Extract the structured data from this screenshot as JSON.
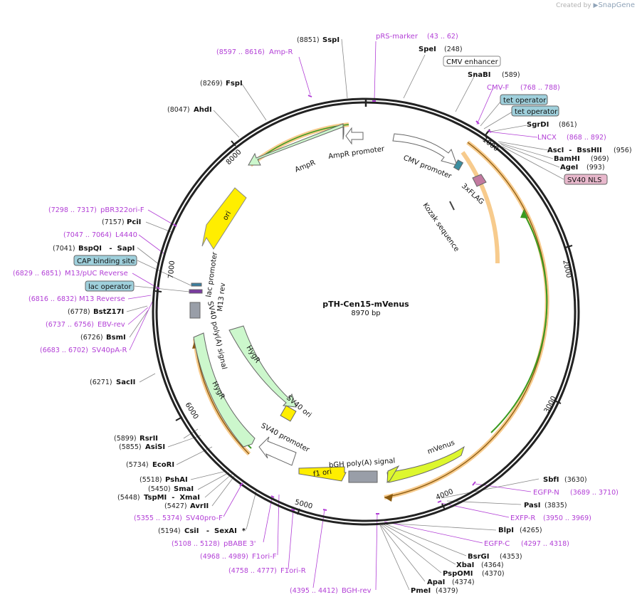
{
  "brand": {
    "created_by": "Created by",
    "app": "SnapGene"
  },
  "plasmid": {
    "name": "pTH-Cen15-mVenus",
    "size": "8970 bp"
  },
  "ticks": [
    "1000",
    "2000",
    "3000",
    "4000",
    "5000",
    "6000",
    "7000",
    "8000"
  ],
  "enzymes": [
    {
      "name": "SspI",
      "pos": "(8851)"
    },
    {
      "name": "SpeI",
      "pos": "(248)"
    },
    {
      "name": "SnaBI",
      "pos": "(589)"
    },
    {
      "name": "SgrDI",
      "pos": "(861)"
    },
    {
      "name": "AscI  -  BssHII",
      "pos": "(956)"
    },
    {
      "name": "BamHI",
      "pos": "(969)"
    },
    {
      "name": "AgeI",
      "pos": "(993)"
    },
    {
      "name": "FspI",
      "pos": "(8269)"
    },
    {
      "name": "AhdI",
      "pos": "(8047)"
    },
    {
      "name": "PciI",
      "pos": "(7157)"
    },
    {
      "name": "BspQI   -  SapI",
      "pos": "(7041)"
    },
    {
      "name": "BstZ17I",
      "pos": "(6778)"
    },
    {
      "name": "BsmI",
      "pos": "(6726)"
    },
    {
      "name": "SacII",
      "pos": "(6271)"
    },
    {
      "name": "RsrII",
      "pos": "(5899)"
    },
    {
      "name": "AsiSI",
      "pos": "(5855)"
    },
    {
      "name": "EcoRI",
      "pos": "(5734)"
    },
    {
      "name": "PshAI",
      "pos": "(5518)"
    },
    {
      "name": "SmaI",
      "pos": "(5450)"
    },
    {
      "name": "TspMI  -  XmaI",
      "pos": "(5448)"
    },
    {
      "name": "AvrII",
      "pos": "(5427)"
    },
    {
      "name": "CsiI   -  SexAI  *",
      "pos": "(5194)"
    },
    {
      "name": "SbfI",
      "pos": "(3630)"
    },
    {
      "name": "PasI",
      "pos": "(3835)"
    },
    {
      "name": "BlpI",
      "pos": "(4265)"
    },
    {
      "name": "BsrGI",
      "pos": "(4353)"
    },
    {
      "name": "XbaI",
      "pos": "(4364)"
    },
    {
      "name": "PspOMI",
      "pos": "(4370)"
    },
    {
      "name": "ApaI",
      "pos": "(4374)"
    },
    {
      "name": "PmeI",
      "pos": "(4379)"
    }
  ],
  "primers": [
    {
      "name": "pRS-marker",
      "pos": "(43 .. 62)"
    },
    {
      "name": "Amp-R",
      "pos": "(8597 .. 8616)"
    },
    {
      "name": "CMV-F",
      "pos": "(768 .. 788)"
    },
    {
      "name": "LNCX",
      "pos": "(868 .. 892)"
    },
    {
      "name": "pBR322ori-F",
      "pos": "(7298 .. 7317)"
    },
    {
      "name": "L4440",
      "pos": "(7047 .. 7064)"
    },
    {
      "name": "M13/pUC Reverse",
      "pos": "(6829 .. 6851)"
    },
    {
      "name": "M13 Reverse",
      "pos": "(6816 .. 6832)"
    },
    {
      "name": "EBV-rev",
      "pos": "(6737 .. 6756)"
    },
    {
      "name": "SV40pA-R",
      "pos": "(6683 .. 6702)"
    },
    {
      "name": "EGFP-N",
      "pos": "(3689 .. 3710)"
    },
    {
      "name": "EXFP-R",
      "pos": "(3950 .. 3969)"
    },
    {
      "name": "EGFP-C",
      "pos": "(4297 .. 4318)"
    },
    {
      "name": "SV40pro-F",
      "pos": "(5355 .. 5374)"
    },
    {
      "name": "pBABE 3'",
      "pos": "(5108 .. 5128)"
    },
    {
      "name": "F1ori-F",
      "pos": "(4968 .. 4989)"
    },
    {
      "name": "F1ori-R",
      "pos": "(4758 .. 4777)"
    },
    {
      "name": "BGH-rev",
      "pos": "(4395 .. 4412)"
    }
  ],
  "boxed_features": [
    {
      "name": "CMV enhancer"
    },
    {
      "name": "tet operator"
    },
    {
      "name": "tet operator"
    },
    {
      "name": "SV40 NLS"
    },
    {
      "name": "CAP binding site"
    },
    {
      "name": "lac operator"
    }
  ],
  "features": [
    {
      "name": "AmpR"
    },
    {
      "name": "AmpR promoter"
    },
    {
      "name": "CMV promoter"
    },
    {
      "name": "3xFLAG"
    },
    {
      "name": "Kozak sequence"
    },
    {
      "name": "ori"
    },
    {
      "name": "lac promoter"
    },
    {
      "name": "M13 rev"
    },
    {
      "name": "SV40 poly(A) signal"
    },
    {
      "name": "HygR"
    },
    {
      "name": "HygR"
    },
    {
      "name": "SV40 ori"
    },
    {
      "name": "SV40 promoter"
    },
    {
      "name": "mVenus"
    },
    {
      "name": "bGH poly(A) signal"
    },
    {
      "name": "f1 ori"
    }
  ],
  "colors": {
    "backbone": "#222222",
    "primer": "#b23fd6",
    "ampr_fill": "#ccf7cc",
    "ori_fill": "#ffee00",
    "mvenus_fill": "#ddf72e",
    "orf_orange": "#f0a030",
    "orf_green": "#3a9a20",
    "operator_fill": "#9fd0dc",
    "nls_fill": "#e8b8cc"
  }
}
